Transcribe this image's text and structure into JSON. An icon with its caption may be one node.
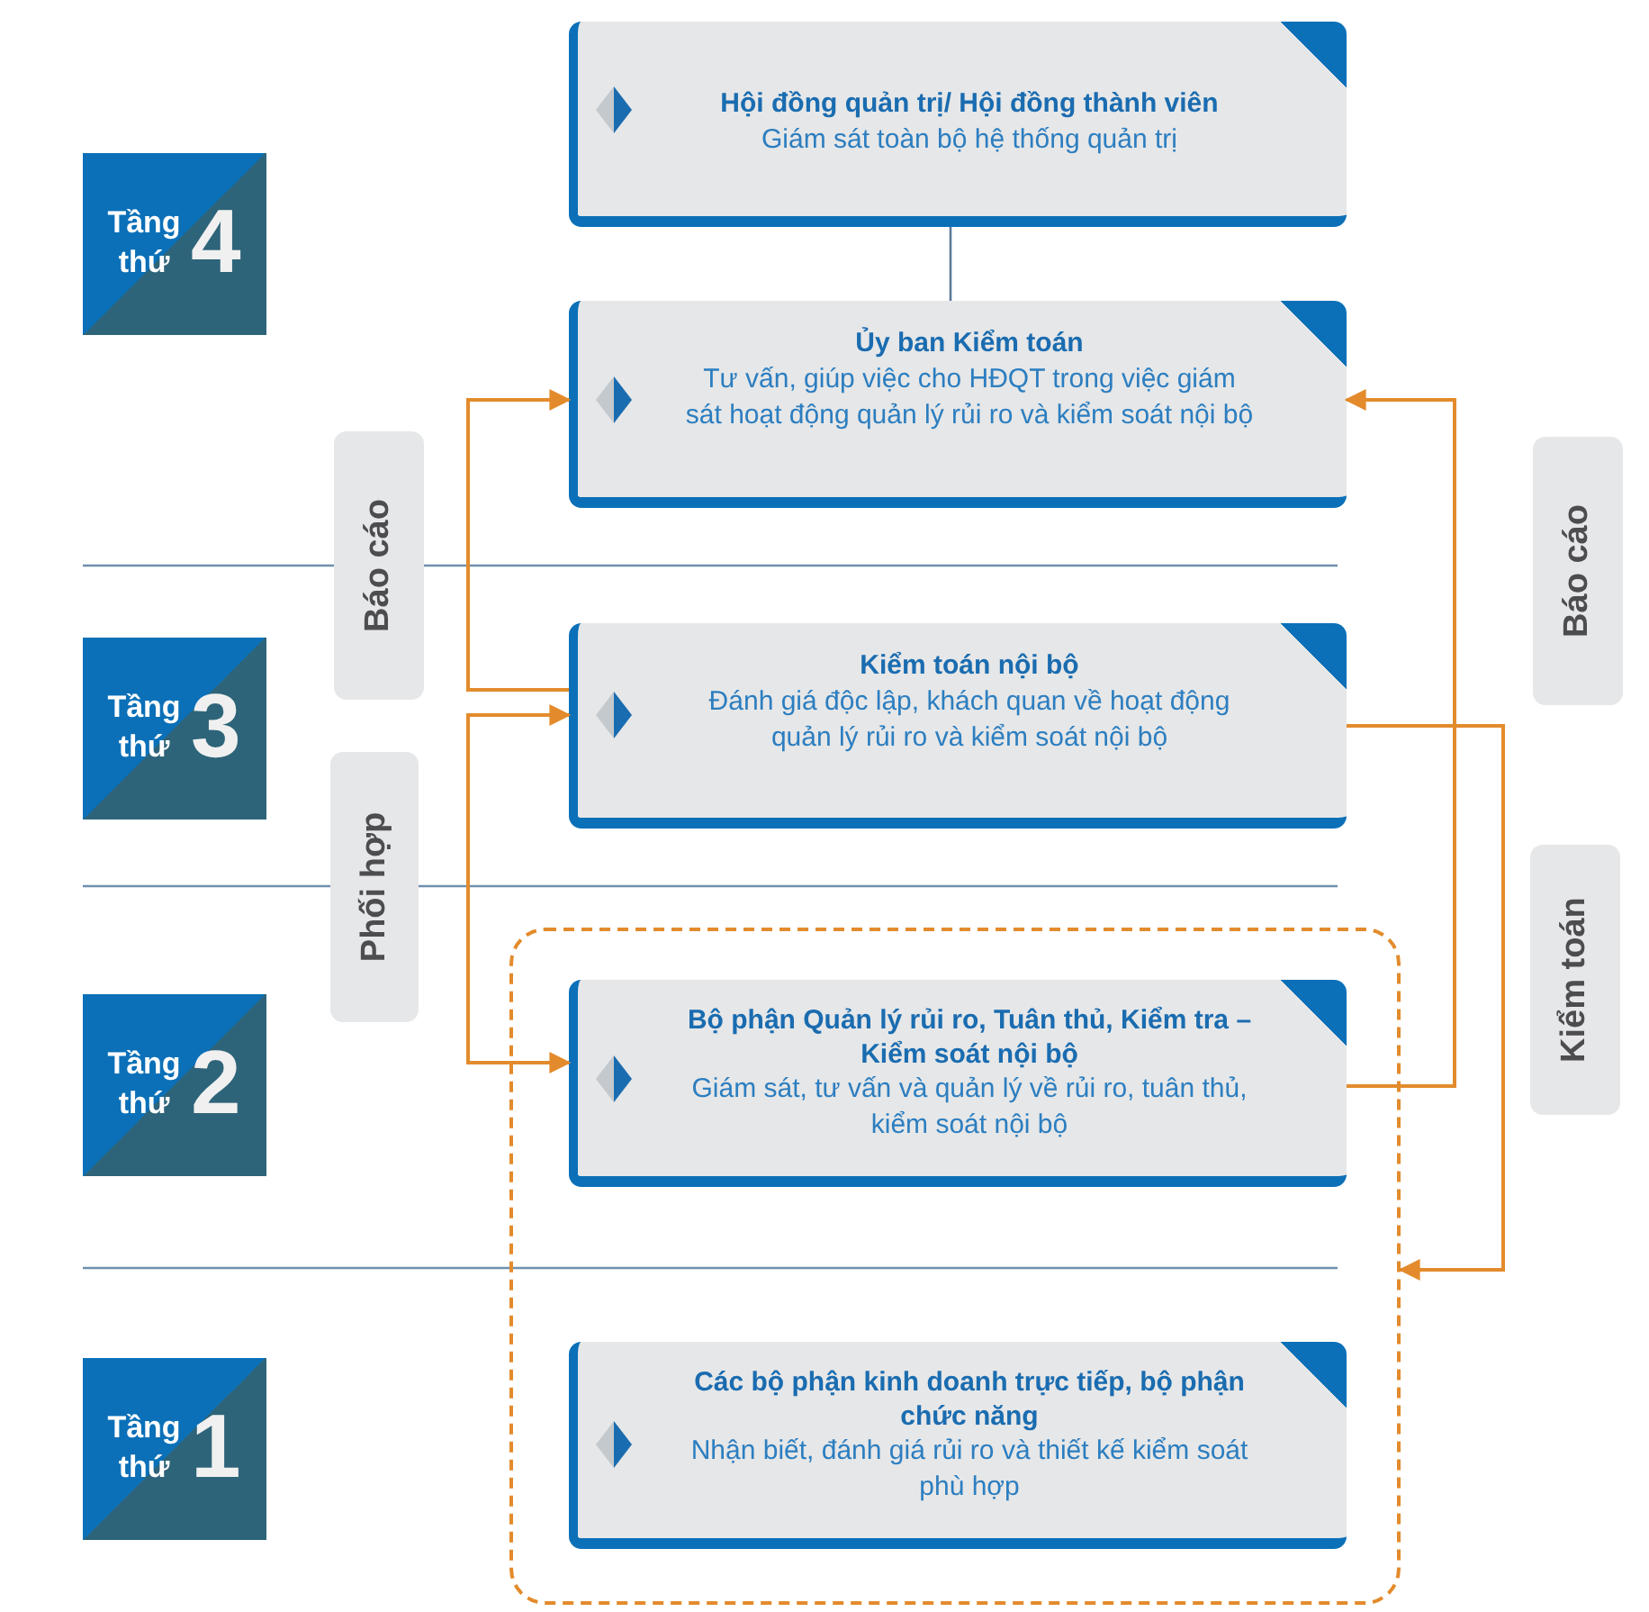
{
  "diagram": {
    "nodes": [
      {
        "text": [
          "Hội đồng quản trị/ Hội đồng thành viên",
          "Giám sát toàn bộ hệ thống quản trị"
        ]
      },
      {
        "text": [
          "Tầng thứ",
          "4"
        ]
      },
      {
        "text": [
          "Ủy ban Kiểm toán",
          "Tư vấn, giúp việc cho HĐQT trong việc giám sát hoạt động quản lý rủi ro và kiểm soát nội bộ"
        ]
      },
      {
        "text": [
          "Kiểm toán nội bộ",
          "Đánh giá độc lập, khách quan về hoạt động quản lý rủi ro và kiểm soát nội bộ"
        ]
      },
      {
        "text": [
          "Tầng thứ",
          "3"
        ]
      },
      {
        "text": [],
        "shape": "box"
      },
      {
        "text": [
          "Bộ phận Quản lý rủi ro, Tuân thủ, Kiểm tra – Kiểm soát nội bộ",
          "Giám sát, tư vấn và quản lý về rủi ro, tuân thủ, kiểm soát nội bộ"
        ],
        "in": 5
      },
      {
        "text": [
          "Tầng thứ",
          "2"
        ]
      },
      {
        "text": [
          "Tầng thứ",
          "1"
        ]
      },
      {
        "text": [
          "Các bộ phận kinh doanh trực tiếp, bộ phận chức năng",
          "Nhận biết, đánh giá rủi ro và thiết kế kiểm soát phù hợp"
        ],
        "in": 5
      }
    ],
    "edges": [
      {
        "from": 0,
        "to": 2,
        "arrow": "none",
        "color": "#5b7a99"
      },
      {
        "from": 3,
        "to": 2,
        "arrow": "to"
      },
      {
        "from": 3,
        "to": 6,
        "arrow": "both"
      },
      {
        "from": 6,
        "to": 2,
        "arrow": "to"
      },
      {
        "from": 3,
        "to": 5,
        "arrow": "to"
      }
    ],
    "labels": [
      "Báo cáo",
      "Báo cáo",
      "Phối hợp",
      "Kiểm toán"
    ]
  }
}
